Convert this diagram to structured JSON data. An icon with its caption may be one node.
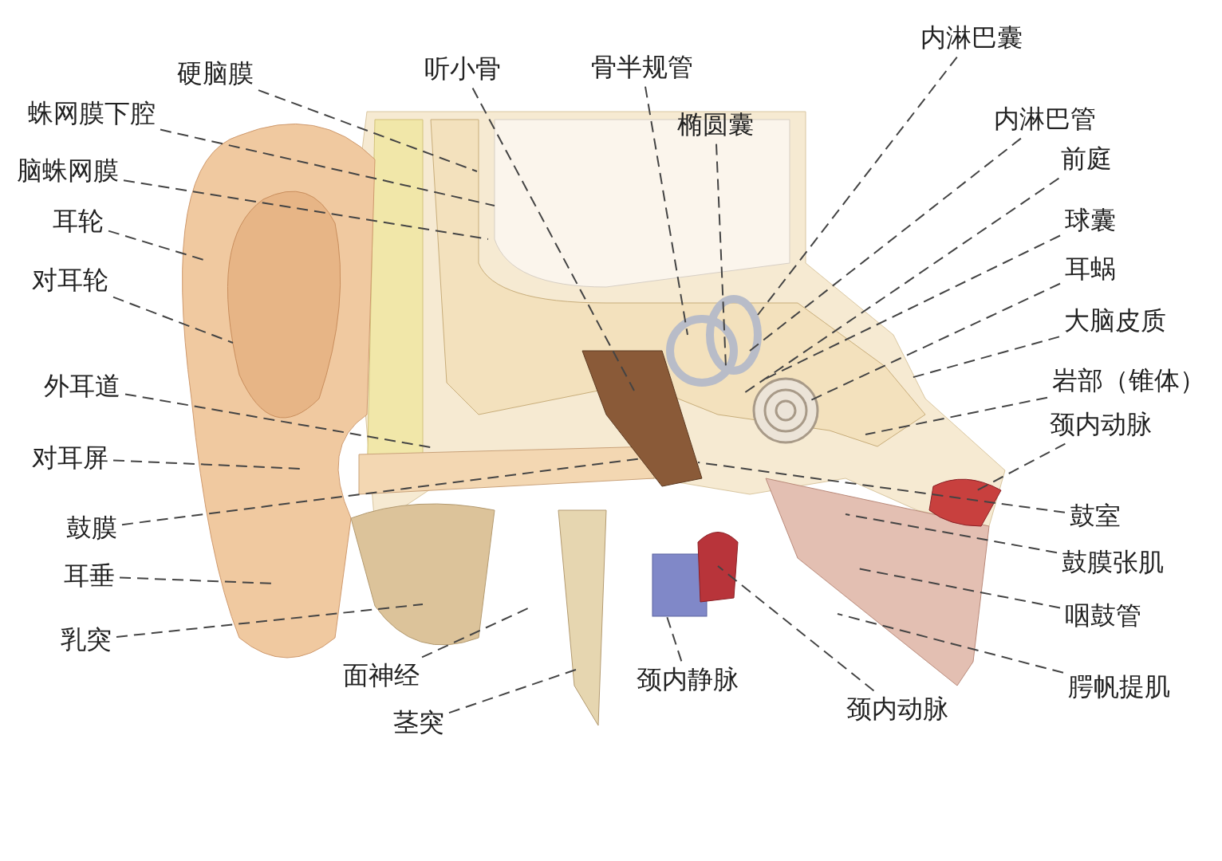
{
  "diagram": {
    "nodes": [
      {
        "text": [
          "硬脑膜"
        ]
      },
      {
        "text": [
          "蛛网膜下腔"
        ]
      },
      {
        "text": [
          "脑蛛网膜"
        ]
      },
      {
        "text": [
          "耳轮"
        ]
      },
      {
        "text": [
          "对耳轮"
        ]
      },
      {
        "text": [
          "外耳道"
        ]
      },
      {
        "text": [
          "对耳屏"
        ]
      },
      {
        "text": [
          "鼓膜"
        ]
      },
      {
        "text": [
          "耳垂"
        ]
      },
      {
        "text": [
          "乳突"
        ]
      },
      {
        "text": [
          "面神经"
        ]
      },
      {
        "text": [
          "茎突"
        ]
      },
      {
        "text": [
          "颈内静脉"
        ]
      },
      {
        "text": [
          "颈内动脉"
        ]
      },
      {
        "text": [
          "听小骨"
        ]
      },
      {
        "text": [
          "骨半规管"
        ]
      },
      {
        "text": [
          "椭圆囊"
        ]
      },
      {
        "text": [
          "内淋巴囊"
        ]
      },
      {
        "text": [
          "内淋巴管"
        ]
      },
      {
        "text": [
          "前庭"
        ]
      },
      {
        "text": [
          "球囊"
        ]
      },
      {
        "text": [
          "耳蜗"
        ]
      },
      {
        "text": [
          "大脑皮质"
        ]
      },
      {
        "text": [
          "岩部（锥体）"
        ]
      },
      {
        "text": [
          "颈内动脉"
        ]
      },
      {
        "text": [
          "鼓室"
        ]
      },
      {
        "text": [
          "鼓膜张肌"
        ]
      },
      {
        "text": [
          "咽鼓管"
        ]
      },
      {
        "text": [
          "腭帆提肌"
        ]
      }
    ],
    "edges": [
      {
        "from": 0,
        "to": null,
        "arrow": "none"
      },
      {
        "from": 1,
        "to": null,
        "arrow": "none"
      },
      {
        "from": 2,
        "to": null,
        "arrow": "none"
      },
      {
        "from": 3,
        "to": null,
        "arrow": "none"
      },
      {
        "from": 4,
        "to": null,
        "arrow": "none"
      },
      {
        "from": 5,
        "to": null,
        "arrow": "none"
      },
      {
        "from": 6,
        "to": null,
        "arrow": "none"
      },
      {
        "from": 7,
        "to": null,
        "arrow": "none"
      },
      {
        "from": 8,
        "to": null,
        "arrow": "none"
      },
      {
        "from": 9,
        "to": null,
        "arrow": "none"
      },
      {
        "from": 10,
        "to": null,
        "arrow": "none"
      },
      {
        "from": 11,
        "to": null,
        "arrow": "none"
      },
      {
        "from": 12,
        "to": null,
        "arrow": "none"
      },
      {
        "from": 13,
        "to": null,
        "arrow": "none"
      },
      {
        "from": 14,
        "to": null,
        "arrow": "none"
      },
      {
        "from": 15,
        "to": null,
        "arrow": "none"
      },
      {
        "from": 16,
        "to": null,
        "arrow": "none"
      },
      {
        "from": 17,
        "to": null,
        "arrow": "none"
      },
      {
        "from": 18,
        "to": null,
        "arrow": "none"
      },
      {
        "from": 19,
        "to": null,
        "arrow": "none"
      },
      {
        "from": 20,
        "to": null,
        "arrow": "none"
      },
      {
        "from": 21,
        "to": null,
        "arrow": "none"
      },
      {
        "from": 22,
        "to": null,
        "arrow": "none"
      },
      {
        "from": 23,
        "to": null,
        "arrow": "none"
      },
      {
        "from": 24,
        "to": null,
        "arrow": "none"
      },
      {
        "from": 25,
        "to": null,
        "arrow": "none"
      },
      {
        "from": 26,
        "to": null,
        "arrow": "none"
      },
      {
        "from": 27,
        "to": null,
        "arrow": "none"
      },
      {
        "from": 28,
        "to": null,
        "arrow": "none"
      }
    ]
  }
}
